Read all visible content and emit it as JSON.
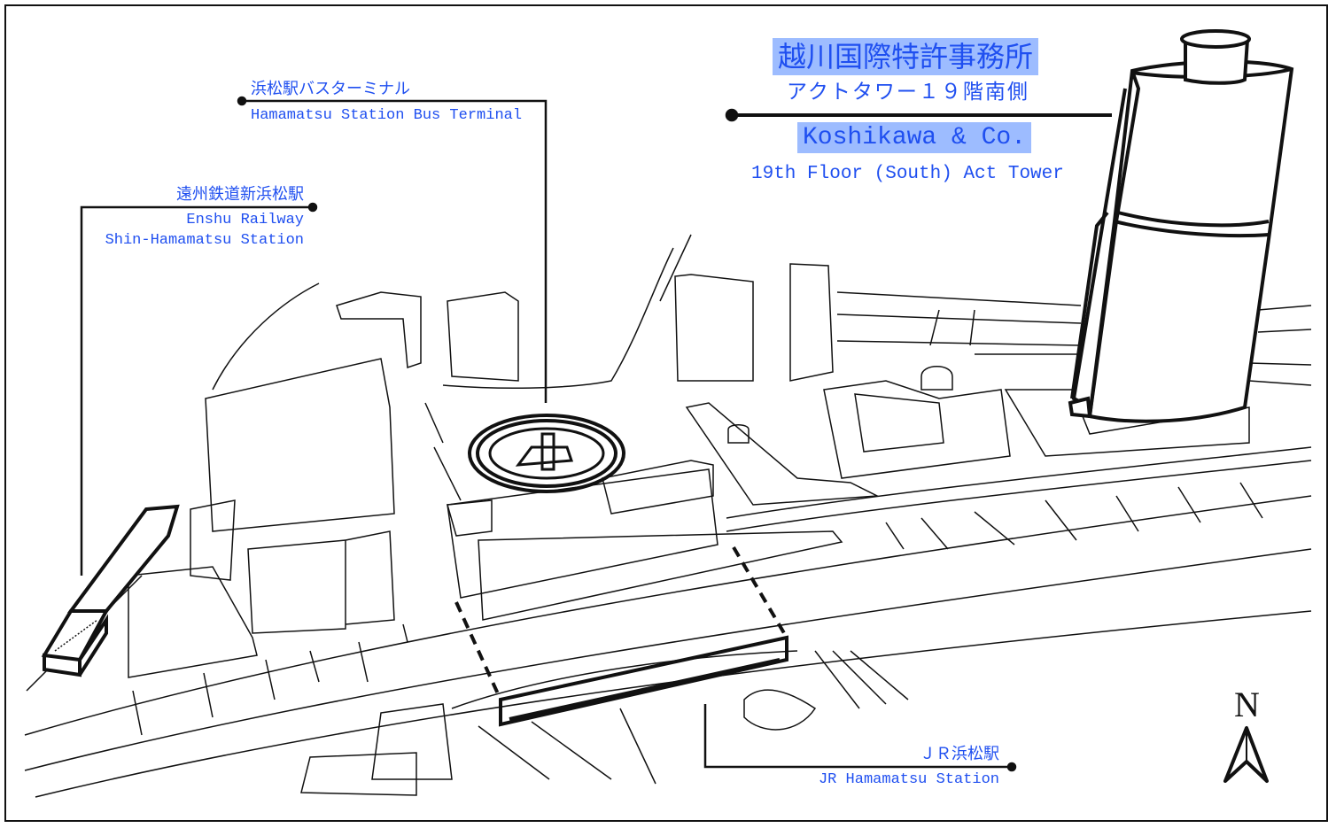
{
  "office": {
    "name_ja": "越川国際特許事務所",
    "floor_ja": "アクトタワー１９階南側",
    "name_en": "Koshikawa & Co.",
    "floor_en": "19th Floor (South) Act Tower"
  },
  "landmarks": {
    "bus_terminal": {
      "ja": "浜松駅バスターミナル",
      "en": "Hamamatsu Station Bus Terminal"
    },
    "enshu": {
      "ja": "遠州鉄道新浜松駅",
      "en1": "Enshu Railway",
      "en2": "Shin-Hamamatsu Station"
    },
    "jr": {
      "ja": "ＪＲ浜松駅",
      "en": "JR Hamamatsu Station"
    }
  },
  "compass": {
    "label": "N"
  },
  "colors": {
    "text": "#1f4ff0",
    "highlight": "#9dbcff",
    "line": "#111111"
  }
}
